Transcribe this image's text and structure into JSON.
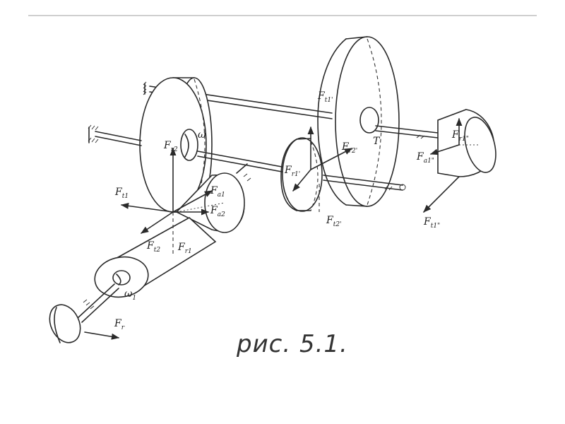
{
  "caption": "рис. 5.1.",
  "labels": {
    "fr2": {
      "main": "F",
      "sub": "r2"
    },
    "omega": {
      "main": "ω",
      "sub": ""
    },
    "ft1_left": {
      "main": "F",
      "sub": "t1"
    },
    "fa1": {
      "main": "F",
      "sub": "a1"
    },
    "fa2": {
      "main": "F",
      "sub": "a2"
    },
    "ft2": {
      "main": "F",
      "sub": "t2"
    },
    "fr1": {
      "main": "F",
      "sub": "r1"
    },
    "omega1": {
      "main": "ω",
      "sub": "1"
    },
    "fr": {
      "main": "F",
      "sub": "r"
    },
    "ft1_prime": {
      "main": "F",
      "sub": "t1'"
    },
    "fr2_prime": {
      "main": "F",
      "sub": "r2'"
    },
    "fr1_prime": {
      "main": "F",
      "sub": "r1'"
    },
    "ft2_prime": {
      "main": "F",
      "sub": "t2'"
    },
    "t": {
      "main": "T",
      "sub": ""
    },
    "fr1_dprime": {
      "main": "F",
      "sub": "r1\""
    },
    "fa1_dprime": {
      "main": "F",
      "sub": "a1\""
    },
    "ft1_dprime": {
      "main": "F",
      "sub": "t1\""
    }
  },
  "colors": {
    "ink": "#2a2a2a",
    "paper": "#ffffff"
  }
}
